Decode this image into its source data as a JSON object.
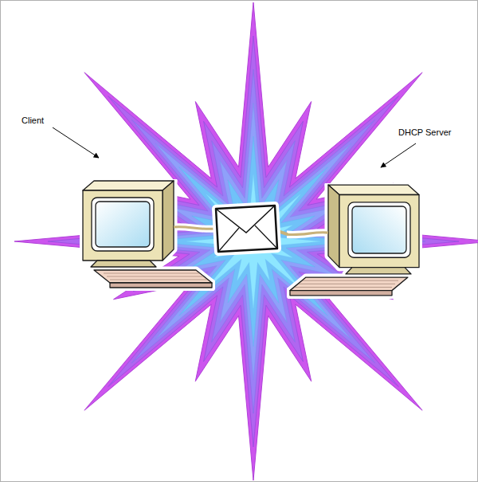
{
  "diagram": {
    "nodes": [
      {
        "text": [
          "Client"
        ]
      },
      {
        "text": [
          "DHCP Server"
        ]
      }
    ],
    "edges": [
      {
        "from": 0,
        "to": 1,
        "arrow": "none"
      }
    ]
  }
}
